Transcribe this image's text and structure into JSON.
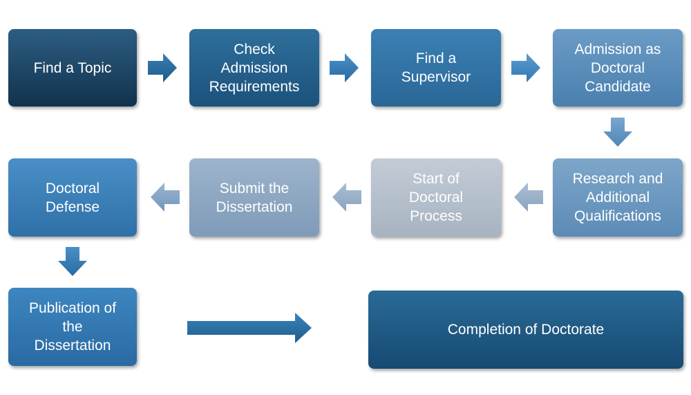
{
  "steps": [
    {
      "label": "Find a Topic"
    },
    {
      "label": "Check\nAdmission\nRequirements"
    },
    {
      "label": "Find a\nSupervisor"
    },
    {
      "label": "Admission as\nDoctoral\nCandidate"
    },
    {
      "label": "Research and\nAdditional\nQualifications"
    },
    {
      "label": "Start of\nDoctoral\nProcess"
    },
    {
      "label": "Submit the\nDissertation"
    },
    {
      "label": "Doctoral\nDefense"
    },
    {
      "label": "Publication of\nthe\nDissertation"
    },
    {
      "label": "Completion of Doctorate"
    }
  ],
  "colors": {
    "text": "#ffffff",
    "background": "#ffffff"
  }
}
